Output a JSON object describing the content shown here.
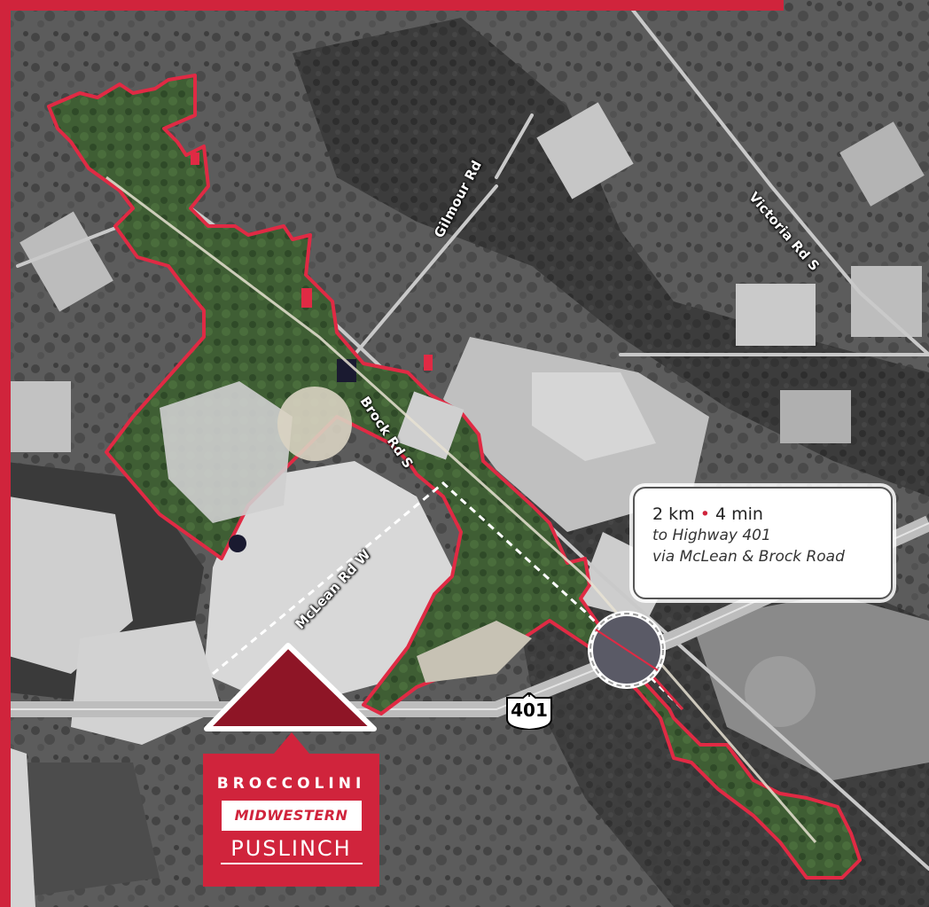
{
  "colors": {
    "accent": "#d0243c",
    "boundary": "#e02a44",
    "site_fill": "#8e1526",
    "map_dark": "#3a3a3a",
    "map_light": "#d6d6d6"
  },
  "roads": {
    "gilmour": "Gilmour Rd",
    "victoria": "Victoria Rd S",
    "brock": "Brock Rd S",
    "mclean": "McLean Rd W"
  },
  "callout": {
    "distance": "2 km",
    "separator": "•",
    "time": "4 min",
    "line2": "to Highway 401",
    "line3": "via McLean & Brock Road"
  },
  "highway_badge": {
    "number": "401",
    "icon": "highway-shield-icon"
  },
  "logo": {
    "line1": "BROCCOLINI",
    "line2": "MIDWESTERN",
    "line3": "PUSLINCH"
  }
}
